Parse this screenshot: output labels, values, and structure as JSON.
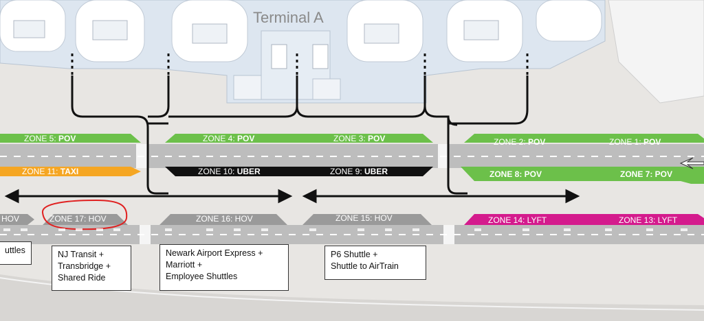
{
  "terminal_title": "Terminal A",
  "colors": {
    "pov": "#6cc04a",
    "taxi": "#f5a623",
    "uber": "#111111",
    "hov": "#9a9a9a",
    "lyft": "#d41b8d",
    "road": "#bdbdbd",
    "ground": "#e8e6e3",
    "building": "#dde6f0",
    "highlight": "#e02020"
  },
  "zones": {
    "z5": {
      "prefix": "ZONE 5: ",
      "mode": "POV"
    },
    "z4": {
      "prefix": "ZONE 4: ",
      "mode": "POV"
    },
    "z3": {
      "prefix": "ZONE 3: ",
      "mode": "POV"
    },
    "z2": {
      "prefix": "ZONE 2: ",
      "mode": "POV"
    },
    "z1": {
      "prefix": "ZONE 1: ",
      "mode": "POV"
    },
    "z11": {
      "prefix": "ZONE 11: ",
      "mode": "TAXI"
    },
    "z10": {
      "prefix": "ZONE 10: ",
      "mode": "UBER"
    },
    "z9": {
      "prefix": "ZONE 9: ",
      "mode": "UBER"
    },
    "z8": {
      "prefix": "",
      "mode": "ZONE 8: POV"
    },
    "z7": {
      "prefix": "",
      "mode": "ZONE 7: POV"
    },
    "z17": {
      "label": "ZONE 17: HOV"
    },
    "z16": {
      "label": "ZONE 16: HOV"
    },
    "z15": {
      "label": "ZONE 15: HOV"
    },
    "z14": {
      "label": "ZONE 14: LYFT"
    },
    "z13": {
      "label": "ZONE 13: LYFT"
    },
    "z18": {
      "label": "HOV"
    }
  },
  "info_boxes": {
    "shuttles_cut": [
      "uttles"
    ],
    "zone17": [
      "NJ Transit +",
      "Transbridge +",
      "Shared Ride"
    ],
    "zone16": [
      "Newark Airport Express +",
      "Marriott +",
      "Employee Shuttles"
    ],
    "zone15": [
      "P6 Shuttle +",
      "Shuttle to AirTrain"
    ]
  }
}
